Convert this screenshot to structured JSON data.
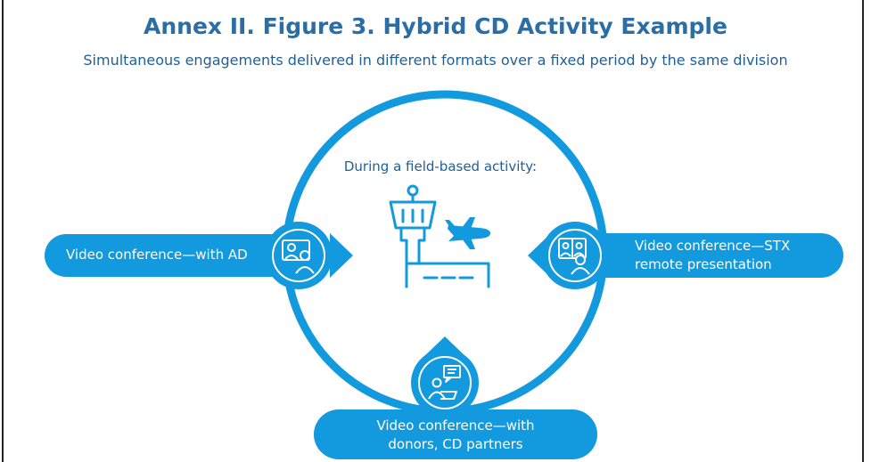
{
  "title": "Annex II. Figure 3. Hybrid CD Activity Example",
  "subtitle": "Simultaneous engagements delivered in different formats over a fixed period by the same division",
  "center": {
    "label": "During a field-based activity:"
  },
  "nodes": {
    "left": {
      "line1": "Video conference—with AD"
    },
    "right": {
      "line1": "Video conference—STX",
      "line2": "remote presentation"
    },
    "bottom": {
      "line1": "Video conference—with",
      "line2": "donors, CD partners"
    }
  },
  "colors": {
    "accent": "#1399dd",
    "title": "#2b6ea6",
    "text": "#1f5f99"
  },
  "icons": [
    "control-tower-icon",
    "airplane-icon",
    "terminal-building-icon",
    "video-call-icon",
    "multi-participant-video-icon",
    "chat-laptop-icon"
  ]
}
